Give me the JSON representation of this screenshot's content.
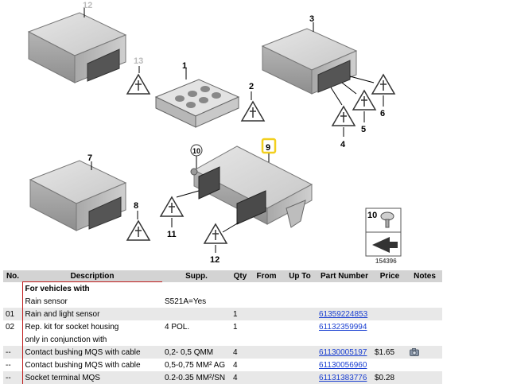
{
  "diagram": {
    "callouts": [
      "12",
      "13",
      "1",
      "2",
      "3",
      "6",
      "5",
      "4",
      "7",
      "8",
      "11",
      "10",
      "9",
      "12",
      "10"
    ],
    "ref_number": "154396"
  },
  "table": {
    "headers": [
      "No.",
      "Description",
      "Supp.",
      "Qty",
      "From",
      "Up To",
      "Part Number",
      "Price",
      "Notes"
    ],
    "group": {
      "title": "For vehicles with",
      "subtitle": "Rain sensor",
      "supp": "S521A=Yes"
    },
    "rows": [
      {
        "no": "01",
        "desc": "Rain and light sensor",
        "supp": "",
        "qty": "1",
        "from": "",
        "upto": "",
        "part": "61359224853",
        "price": "",
        "notes": ""
      },
      {
        "no": "02",
        "desc": "Rep. kit for socket housing",
        "supp": "4 POL.",
        "qty": "1",
        "from": "",
        "upto": "",
        "part": "61132359994",
        "price": "",
        "notes": ""
      },
      {
        "no": "",
        "desc": "only in conjunction with",
        "supp": "",
        "qty": "",
        "from": "",
        "upto": "",
        "part": "",
        "price": "",
        "notes": ""
      },
      {
        "no": "--",
        "desc": "Contact bushing MQS with cable",
        "supp": "0,2- 0,5 QMM",
        "qty": "4",
        "from": "",
        "upto": "",
        "part": "61130005197",
        "price": "$1.65",
        "notes": "camera-icon"
      },
      {
        "no": "--",
        "desc": "Contact bushing MQS with cable",
        "supp": "0,5-0,75 MM² AG",
        "qty": "4",
        "from": "",
        "upto": "",
        "part": "61130056960",
        "price": "",
        "notes": ""
      },
      {
        "no": "--",
        "desc": "Socket terminal MQS",
        "supp": "0.2-0.35 MM²/SN",
        "qty": "4",
        "from": "",
        "upto": "",
        "part": "61131383776",
        "price": "$0.28",
        "notes": ""
      }
    ]
  },
  "colors": {
    "link": "#1a3fd1",
    "highlight": "#f2cf1e",
    "group_border": "#c01a1a",
    "header_bg": "#d3d3d3",
    "row_gray": "#e8e8e8"
  }
}
